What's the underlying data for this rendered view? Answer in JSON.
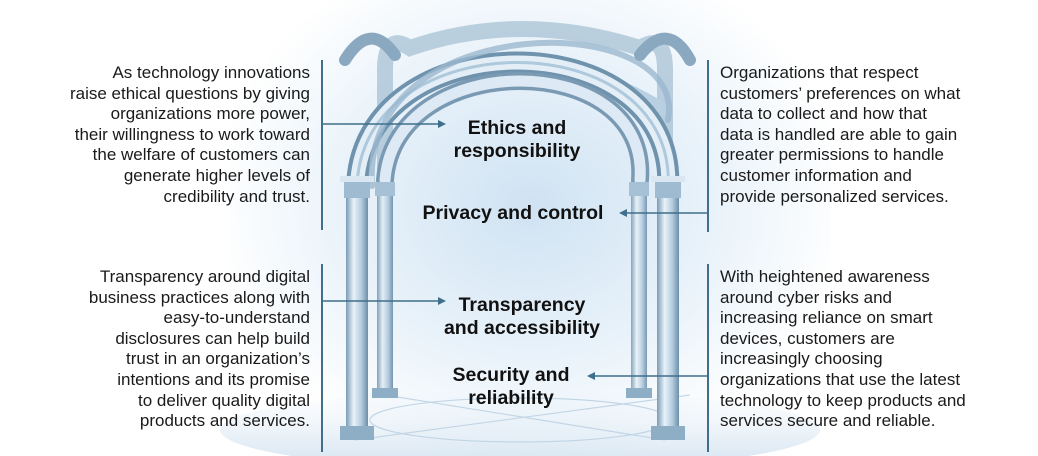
{
  "pillars": {
    "ethics": {
      "label_lines": [
        "Ethics and",
        "responsibility"
      ],
      "description_lines": [
        "As technology innovations",
        "raise ethical questions by giving",
        "organizations more power,",
        "their willingness to work toward",
        "the welfare of customers can",
        "generate higher levels of",
        "credibility and trust."
      ]
    },
    "privacy": {
      "label_lines": [
        "Privacy and control"
      ],
      "description_lines": [
        "Organizations that respect",
        "customers’ preferences on what",
        "data to collect and how that",
        "data is handled are able to gain",
        "greater permissions to handle",
        "customer information and",
        "provide personalized services."
      ]
    },
    "transparency": {
      "label_lines": [
        "Transparency",
        "and accessibility"
      ],
      "description_lines": [
        "Transparency around digital",
        "business practices along with",
        "easy-to-understand",
        "disclosures can help build",
        "trust in an organization’s",
        "intentions and its promise",
        "to deliver quality digital",
        "products and services."
      ]
    },
    "security": {
      "label_lines": [
        "Security and",
        "reliability"
      ],
      "description_lines": [
        "With heightened awareness",
        "around cyber risks and",
        "increasing reliance on smart",
        "devices, customers are",
        "increasingly choosing",
        "organizations that use the latest",
        "technology to keep products and",
        "services secure and reliable."
      ]
    }
  },
  "colors": {
    "connector": "#3f6f8a",
    "arch_light": "#e8f1f8",
    "arch_mid": "#aec8dc",
    "arch_dark": "#6f92ad",
    "glow": "#d3e4f2"
  }
}
